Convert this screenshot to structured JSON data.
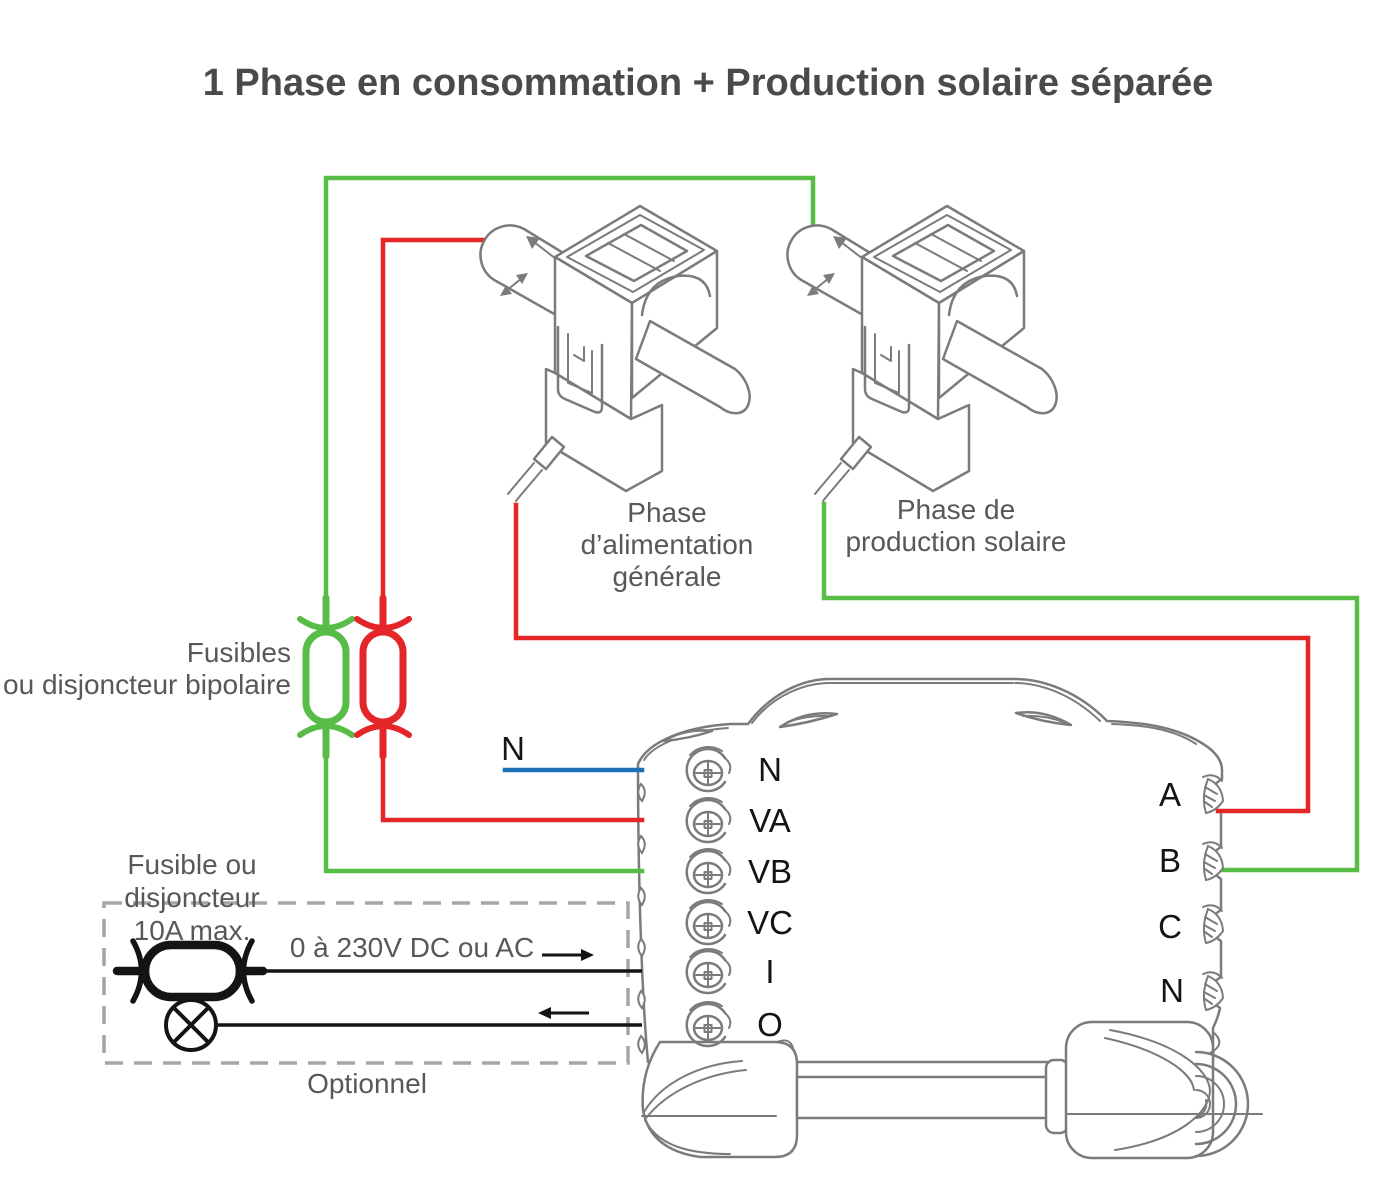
{
  "title": "1 Phase en consommation + Production solaire séparée",
  "colors": {
    "green": "#58bd47",
    "red": "#e52629",
    "blue": "#1d6fb7",
    "black": "#141414",
    "device_outline": "#7b7b7b",
    "text_dark": "#4a4a4a",
    "text_gray": "#57585a",
    "dashed_box": "#a6a6a6"
  },
  "ct_consumption": {
    "lines": [
      "Phase",
      "d’alimentation",
      "générale"
    ]
  },
  "ct_solar": {
    "lines": [
      "Phase de",
      "production solaire"
    ]
  },
  "fuses_bipolar": {
    "lines": [
      "Fusibles",
      "ou disjoncteur bipolaire"
    ]
  },
  "neutral_label": "N",
  "optional": {
    "fuse_lines": [
      "Fusible ou",
      "disjoncteur",
      "10A max."
    ],
    "voltage": "0 à 230V DC ou AC",
    "caption": "Optionnel"
  },
  "device": {
    "left_terminals": [
      "N",
      "VA",
      "VB",
      "VC",
      "I",
      "O"
    ],
    "right_terminals": [
      "A",
      "B",
      "C",
      "N"
    ]
  }
}
